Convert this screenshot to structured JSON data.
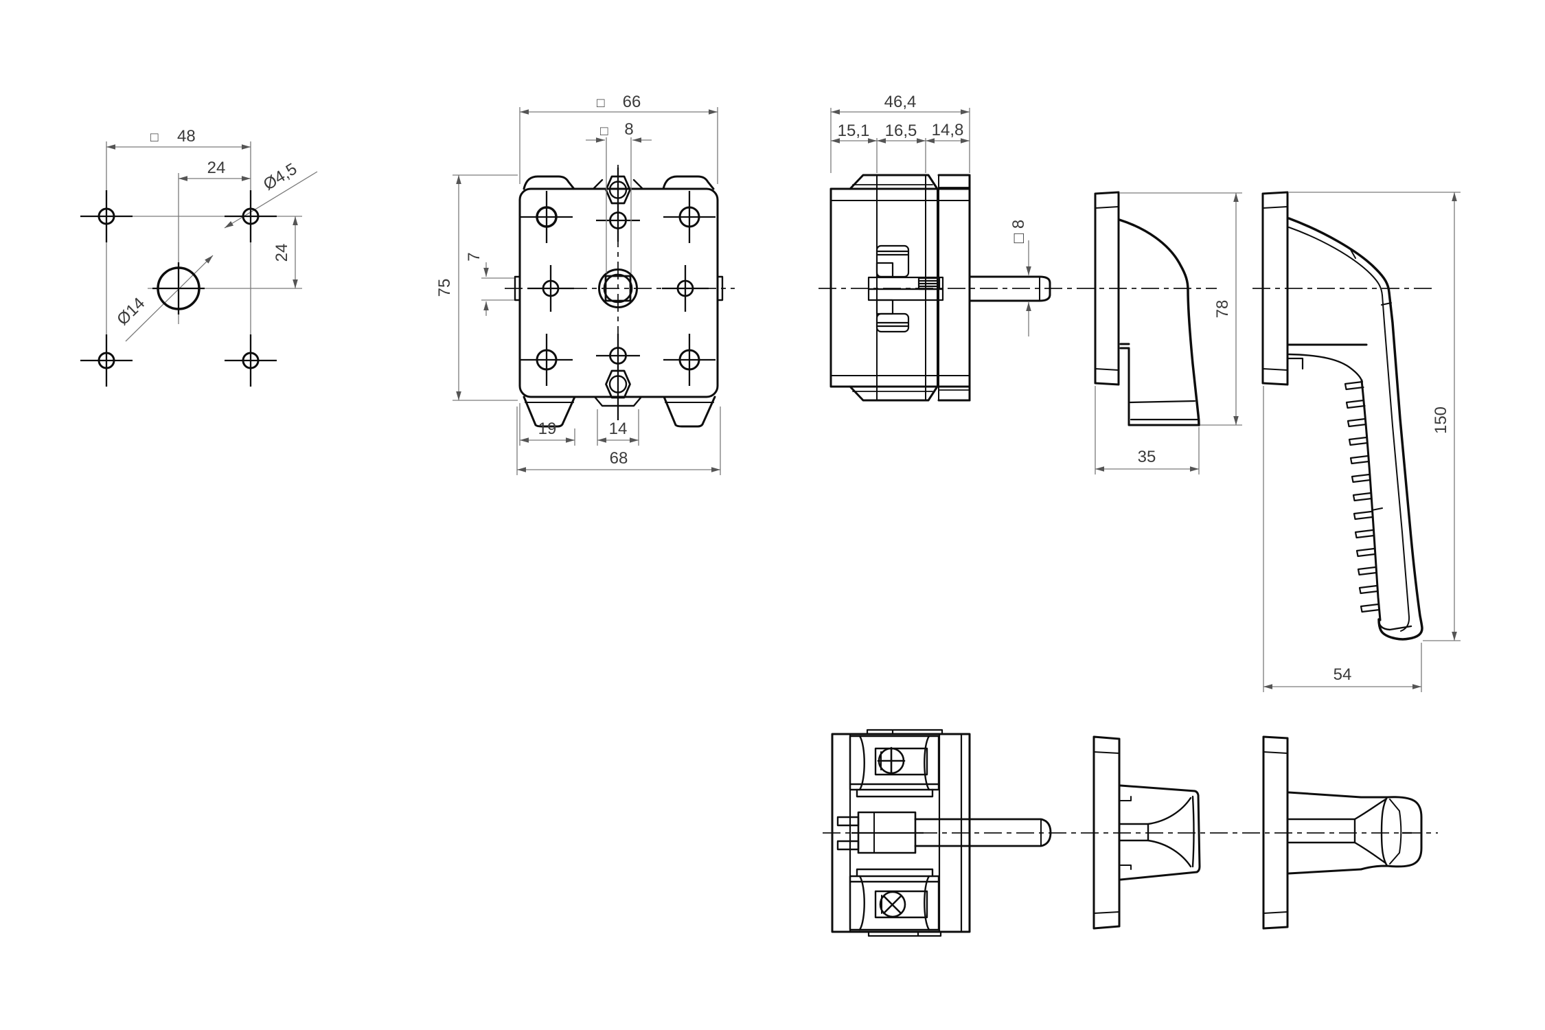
{
  "drawing": {
    "kind": "technical-drawing",
    "colors": {
      "line": "#0d0d0d",
      "dim_line": "#7a7a7a",
      "text": "#3a3a3a",
      "background": "#ffffff"
    },
    "dims": {
      "drill": {
        "sq": "□",
        "w": "48",
        "oh": "24",
        "ov": "24",
        "dsmall": "Ø4,5",
        "dlarge": "Ø14"
      },
      "front": {
        "sq": "□",
        "w": "66",
        "sq2": "□",
        "spindle": "8",
        "h": "75",
        "tab": "7",
        "foot": "19",
        "cut": "14",
        "total": "68"
      },
      "side": {
        "d": "46,4",
        "s1": "15,1",
        "s2": "16,5",
        "s3": "14,8",
        "sqspindle": "□ 8"
      },
      "folded": {
        "h": "78",
        "d": "35"
      },
      "open": {
        "l": "150",
        "w": "54"
      }
    }
  }
}
